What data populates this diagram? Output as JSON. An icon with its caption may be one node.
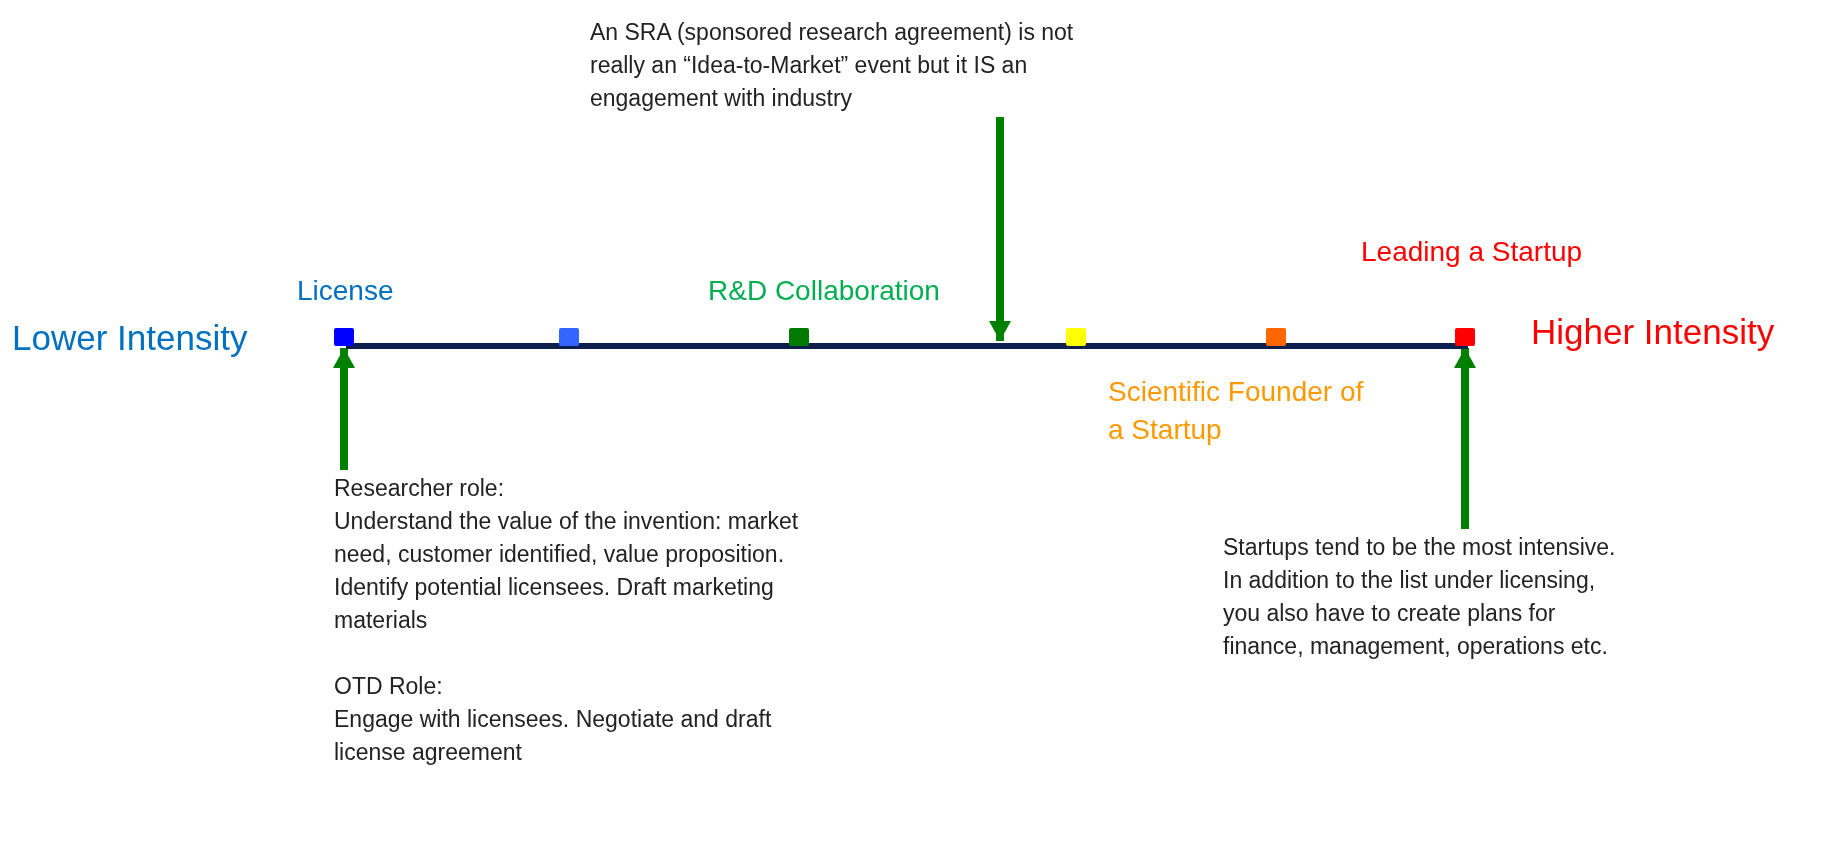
{
  "diagram": {
    "nodes": [
      {
        "text": [
          "An SRA (sponsored research agreement) is not really an “Idea-to-Market” event but it IS an engagement with industry"
        ]
      },
      {
        "text": [],
        "shape": "bar"
      },
      {
        "text": [],
        "shape": "box",
        "beside": [
          "License"
        ]
      },
      {
        "text": [],
        "shape": "box"
      },
      {
        "text": [],
        "shape": "box",
        "beside": [
          "R&D Collaboration"
        ]
      },
      {
        "text": [],
        "shape": "box"
      },
      {
        "text": [],
        "shape": "box",
        "beside": [
          "Scientific Founder of a Startup"
        ]
      },
      {
        "text": [],
        "shape": "box",
        "beside": [
          "Leading a Startup"
        ]
      },
      {
        "text": [
          "Researcher role:",
          "Understand the value of the invention: market need, customer identified, value proposition. Identify potential licensees. Draft marketing materials",
          "OTD Role:",
          "Engage with licensees. Negotiate and draft license agreement"
        ]
      },
      {
        "text": [
          "Startups tend to be the most intensive. In addition to the list under licensing, you also have to create plans for finance, management, operations etc."
        ]
      }
    ],
    "edges": [
      {
        "from": 0,
        "to": 1,
        "arrow": "to"
      },
      {
        "from": 8,
        "to": 2,
        "arrow": "to"
      },
      {
        "from": 9,
        "to": 7,
        "arrow": "to"
      }
    ],
    "labels": [
      "Lower Intensity",
      "Higher Intensity"
    ]
  }
}
